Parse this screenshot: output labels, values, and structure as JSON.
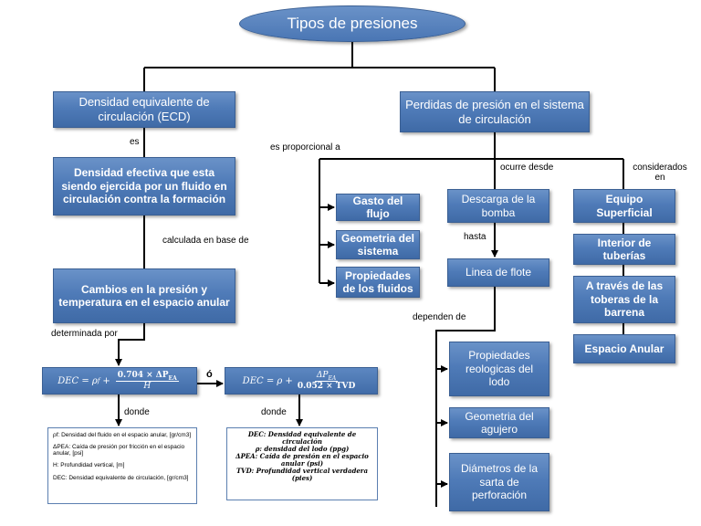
{
  "title": "Tipos de presiones",
  "ecd": {
    "title": "Densidad equivalente de circulación (ECD)",
    "es": "es",
    "definition": "Densidad efectiva que esta siendo ejercida por un fluido en circulación contra la formación",
    "calculada": "calculada en base de",
    "cambios": "Cambios en la presión y temperatura en el espacio anular",
    "determinada": "determinada por",
    "formula1": {
      "lhs": "DEC = ρ",
      "sub": "f",
      "plus": "+",
      "num": "0.704 × ΔP",
      "num_sub": "EA",
      "den": "H"
    },
    "o": "ó",
    "formula2": {
      "lhs": "DEC = ρ +",
      "num": "ΔP",
      "num_sub": "EA",
      "den": "0.052 × TVD"
    },
    "donde1": "donde",
    "donde2": "donde",
    "legend1": [
      "ρf: Densidad del fluido en el espacio anular, [gr/cm3]",
      "ΔPEA: Caída de presión por fricción en el espacio anular, [psi]",
      "H: Profundidad vertical, [m]",
      "DEC: Densidad equivalente de circulación, [gr/cm3]"
    ],
    "legend2": [
      "DEC: Densidad equivalente de circulación",
      "ρ: densidad del lodo (ppg)",
      "ΔPEA: Caída de presión en el espacio anular (psi)",
      "TVD: Profundidad vertical verdadera (pies)"
    ]
  },
  "perdidas": {
    "title": "Perdidas de presión en el sistema de circulación",
    "proporcional": "es proporcional a",
    "ocurre": "ocurre desde",
    "considerados": "considerados en",
    "props": [
      "Gasto del flujo",
      "Geometria del sistema",
      "Propiedades de los fluidos"
    ],
    "descarga": "Descarga de la bomba",
    "hasta": "hasta",
    "flote": "Linea de flote",
    "dependen": "dependen de",
    "deps": [
      "Propiedades reologicas del lodo",
      "Geometria del agujero",
      "Diámetros de la sarta de perforación"
    ],
    "equipo": [
      "Equipo Superficial",
      "Interior de tuberías",
      "A través de las toberas de la barrena",
      "Espacio Anular"
    ]
  }
}
